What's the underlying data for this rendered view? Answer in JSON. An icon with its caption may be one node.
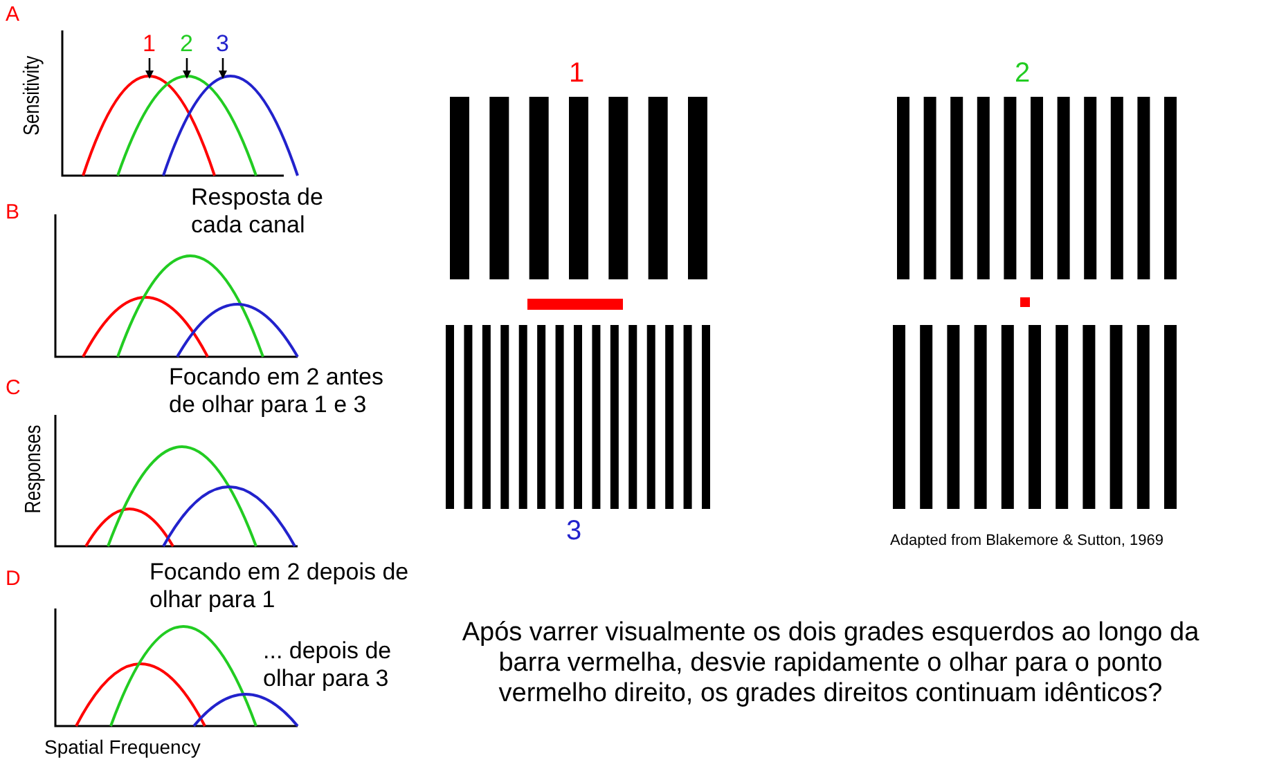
{
  "diagram": {
    "nodes": [
      {
        "text": [
          "1"
        ]
      },
      {
        "text": [
          "2"
        ]
      },
      {
        "text": [
          "3"
        ]
      }
    ],
    "edges": [
      {
        "from": 0,
        "to": null,
        "arrow": "to"
      },
      {
        "from": 1,
        "to": null,
        "arrow": "to"
      },
      {
        "from": 2,
        "to": null,
        "arrow": "to"
      }
    ],
    "labels": [
      "A",
      "Sensitivity",
      "B",
      "Resposta de cada canal",
      "C",
      "Focando em 2 antes de olhar para 1 e 3",
      "Responses",
      "D",
      "Focando em 2 depois de olhar para 1",
      "... depois de olhar para 3",
      "Spatial Frequency",
      "1",
      "2",
      "3",
      "Adapted from Blakemore & Sutton, 1969",
      "Após varrer visualmente os dois grades esquerdos ao longo da barra vermelha, desvie rapidamente o olhar para o ponto vermelho direito, os grades direitos continuam idênticos?"
    ]
  }
}
